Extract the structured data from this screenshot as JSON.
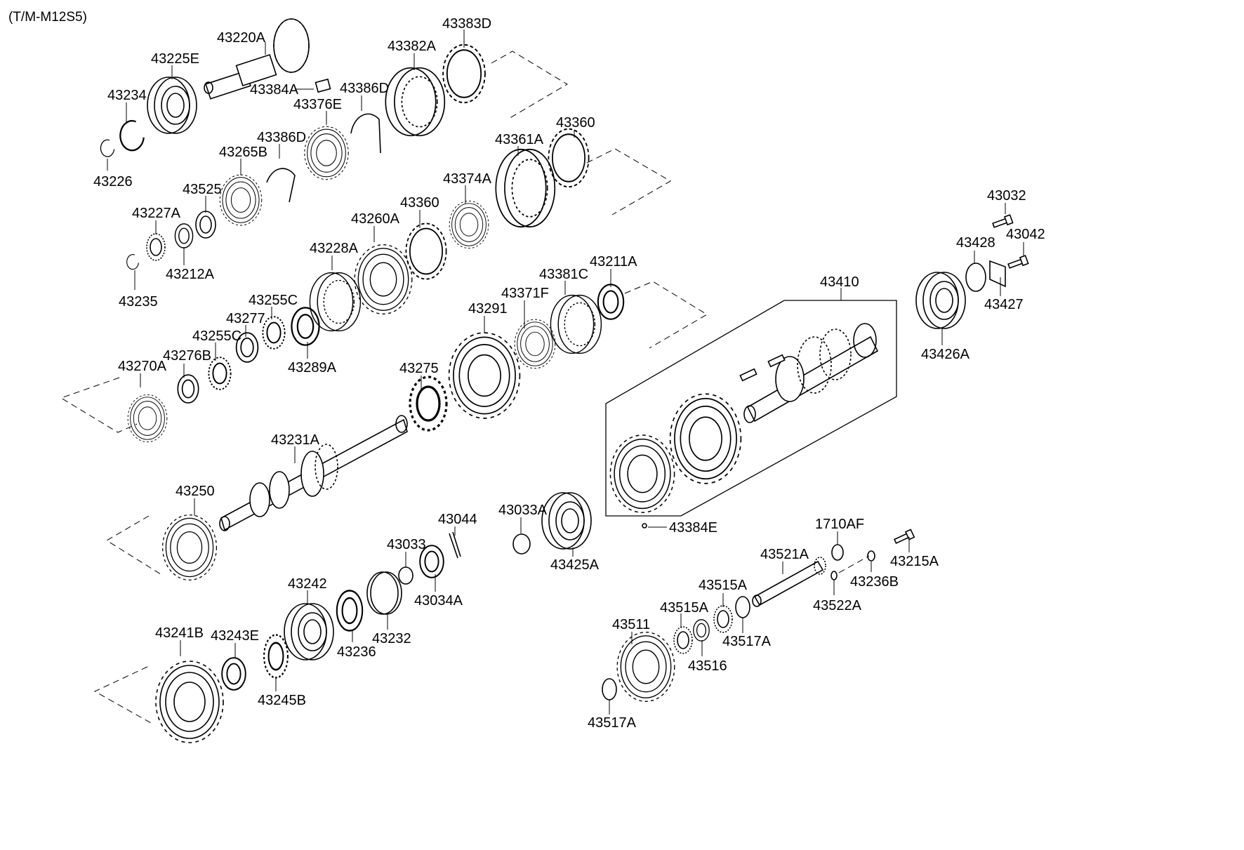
{
  "diagram": {
    "code": "(T/M-M12S5)",
    "parts": [
      {
        "id": "p43220A",
        "label": "43220A",
        "icon": "input-shaft-icon"
      },
      {
        "id": "p43225E",
        "label": "43225E",
        "icon": "ball-bearing-icon"
      },
      {
        "id": "p43234",
        "label": "43234",
        "icon": "snap-ring-icon"
      },
      {
        "id": "p43226",
        "label": "43226",
        "icon": "snap-ring-icon"
      },
      {
        "id": "p43383D",
        "label": "43383D",
        "icon": "synchro-ring-icon"
      },
      {
        "id": "p43382A",
        "label": "43382A",
        "icon": "synchro-sleeve-icon"
      },
      {
        "id": "p43384A",
        "label": "43384A",
        "icon": "key-icon"
      },
      {
        "id": "p43386D_a",
        "label": "43386D",
        "icon": "spring-icon"
      },
      {
        "id": "p43376E",
        "label": "43376E",
        "icon": "synchro-hub-icon"
      },
      {
        "id": "p43386D_b",
        "label": "43386D",
        "icon": "spring-icon"
      },
      {
        "id": "p43265B",
        "label": "43265B",
        "icon": "synchro-ring-icon"
      },
      {
        "id": "p43525",
        "label": "43525",
        "icon": "bushing-icon"
      },
      {
        "id": "p43227A",
        "label": "43227A",
        "icon": "needle-bearing-icon"
      },
      {
        "id": "p43212A",
        "label": "43212A",
        "icon": "washer-icon"
      },
      {
        "id": "p43235",
        "label": "43235",
        "icon": "snap-ring-icon"
      },
      {
        "id": "p43361A",
        "label": "43361A",
        "icon": "synchro-sleeve-icon"
      },
      {
        "id": "p43360_a",
        "label": "43360",
        "icon": "synchro-ring-icon"
      },
      {
        "id": "p43374A",
        "label": "43374A",
        "icon": "synchro-hub-icon"
      },
      {
        "id": "p43360_b",
        "label": "43360",
        "icon": "synchro-ring-icon"
      },
      {
        "id": "p43260A",
        "label": "43260A",
        "icon": "gear-icon"
      },
      {
        "id": "p43228A",
        "label": "43228A",
        "icon": "synchro-sleeve-icon"
      },
      {
        "id": "p43255C_a",
        "label": "43255C",
        "icon": "needle-bearing-icon"
      },
      {
        "id": "p43277",
        "label": "43277",
        "icon": "washer-icon"
      },
      {
        "id": "p43255C_b",
        "label": "43255C",
        "icon": "needle-bearing-icon"
      },
      {
        "id": "p43289A",
        "label": "43289A",
        "icon": "synchro-ring-icon"
      },
      {
        "id": "p43276B",
        "label": "43276B",
        "icon": "bushing-icon"
      },
      {
        "id": "p43270A",
        "label": "43270A",
        "icon": "gear-icon"
      },
      {
        "id": "p43211A",
        "label": "43211A",
        "icon": "washer-icon"
      },
      {
        "id": "p43381C",
        "label": "43381C",
        "icon": "synchro-sleeve-icon"
      },
      {
        "id": "p43371F",
        "label": "43371F",
        "icon": "gear-icon"
      },
      {
        "id": "p43291",
        "label": "43291",
        "icon": "gear-icon"
      },
      {
        "id": "p43275",
        "label": "43275",
        "icon": "needle-bearing-icon"
      },
      {
        "id": "p43231A",
        "label": "43231A",
        "icon": "main-shaft-icon"
      },
      {
        "id": "p43250",
        "label": "43250",
        "icon": "gear-icon"
      },
      {
        "id": "p43410",
        "label": "43410",
        "icon": "counter-shaft-assembly-icon"
      },
      {
        "id": "p43384E",
        "label": "43384E",
        "icon": "key-icon"
      },
      {
        "id": "p43032",
        "label": "43032",
        "icon": "bolt-icon"
      },
      {
        "id": "p43042",
        "label": "43042",
        "icon": "bolt-icon"
      },
      {
        "id": "p43428",
        "label": "43428",
        "icon": "plate-icon"
      },
      {
        "id": "p43427",
        "label": "43427",
        "icon": "plate-icon"
      },
      {
        "id": "p43426A",
        "label": "43426A",
        "icon": "ball-bearing-icon"
      },
      {
        "id": "p43033A",
        "label": "43033A",
        "icon": "snap-ring-icon"
      },
      {
        "id": "p43425A",
        "label": "43425A",
        "icon": "ball-bearing-icon"
      },
      {
        "id": "p43044",
        "label": "43044",
        "icon": "cotter-pin-icon"
      },
      {
        "id": "p43033",
        "label": "43033",
        "icon": "snap-ring-icon"
      },
      {
        "id": "p43034A",
        "label": "43034A",
        "icon": "nut-icon"
      },
      {
        "id": "p43232",
        "label": "43232",
        "icon": "washer-icon"
      },
      {
        "id": "p43242",
        "label": "43242",
        "icon": "ball-bearing-icon"
      },
      {
        "id": "p43236",
        "label": "43236",
        "icon": "bushing-icon"
      },
      {
        "id": "p43241B",
        "label": "43241B",
        "icon": "gear-icon"
      },
      {
        "id": "p43243E",
        "label": "43243E",
        "icon": "bushing-icon"
      },
      {
        "id": "p43245B",
        "label": "43245B",
        "icon": "washer-icon"
      },
      {
        "id": "p1710AF",
        "label": "1710AF",
        "icon": "o-ring-icon"
      },
      {
        "id": "p43215A",
        "label": "43215A",
        "icon": "bolt-icon"
      },
      {
        "id": "p43521A",
        "label": "43521A",
        "icon": "idler-shaft-icon"
      },
      {
        "id": "p43236B",
        "label": "43236B",
        "icon": "washer-icon"
      },
      {
        "id": "p43522A",
        "label": "43522A",
        "icon": "pin-icon"
      },
      {
        "id": "p43515A_a",
        "label": "43515A",
        "icon": "needle-bearing-icon"
      },
      {
        "id": "p43517A_a",
        "label": "43517A",
        "icon": "thrust-washer-icon"
      },
      {
        "id": "p43515A_b",
        "label": "43515A",
        "icon": "needle-bearing-icon"
      },
      {
        "id": "p43516",
        "label": "43516",
        "icon": "spacer-icon"
      },
      {
        "id": "p43511",
        "label": "43511",
        "icon": "gear-icon"
      },
      {
        "id": "p43517A_b",
        "label": "43517A",
        "icon": "thrust-washer-icon"
      }
    ]
  }
}
